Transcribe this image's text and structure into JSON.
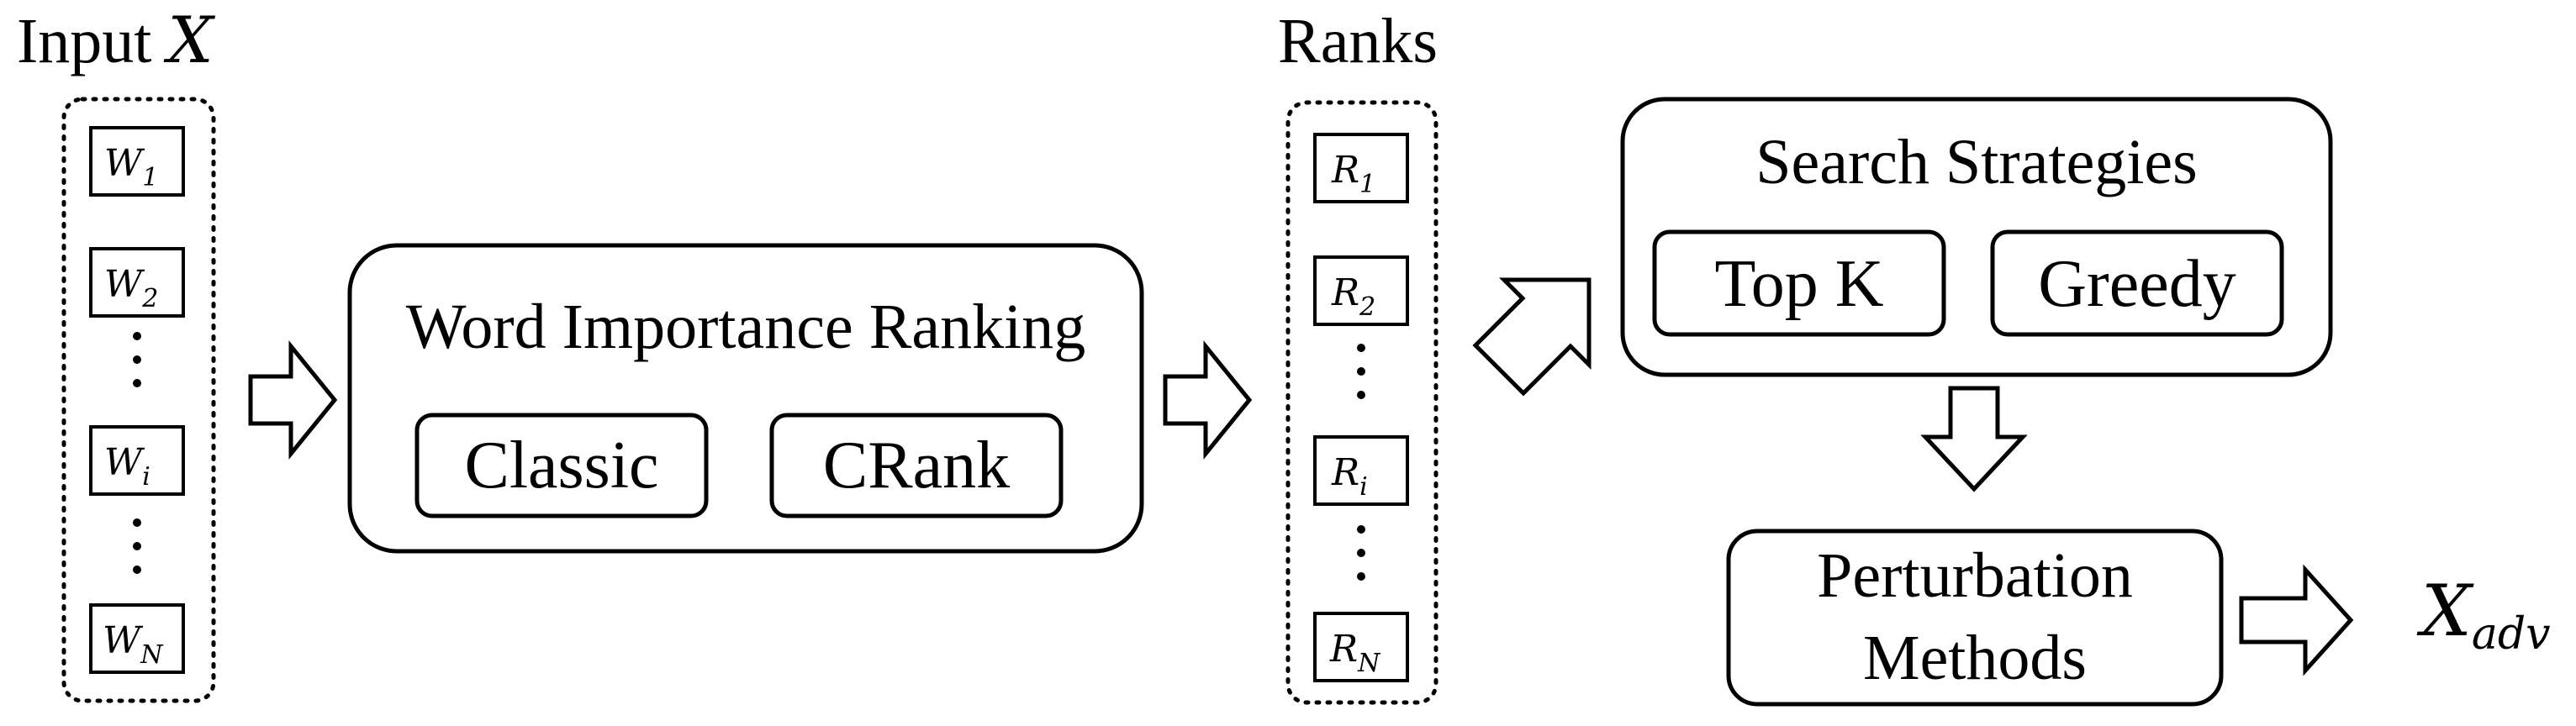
{
  "input": {
    "title": "Input",
    "title_var": "X",
    "words": [
      {
        "base": "W",
        "sub": "1"
      },
      {
        "base": "W",
        "sub": "2"
      },
      {
        "base": "W",
        "sub": "i"
      },
      {
        "base": "W",
        "sub": "N"
      }
    ]
  },
  "ranking": {
    "title": "Word Importance Ranking",
    "options": [
      "Classic",
      "CRank"
    ]
  },
  "ranks": {
    "title": "Ranks",
    "items": [
      {
        "base": "R",
        "sub": "1"
      },
      {
        "base": "R",
        "sub": "2"
      },
      {
        "base": "R",
        "sub": "i"
      },
      {
        "base": "R",
        "sub": "N"
      }
    ]
  },
  "search": {
    "title": "Search Strategies",
    "options": [
      "Top K",
      "Greedy"
    ]
  },
  "perturbation": {
    "line1": "Perturbation",
    "line2": "Methods"
  },
  "output": {
    "base": "X",
    "sub": "adv"
  }
}
